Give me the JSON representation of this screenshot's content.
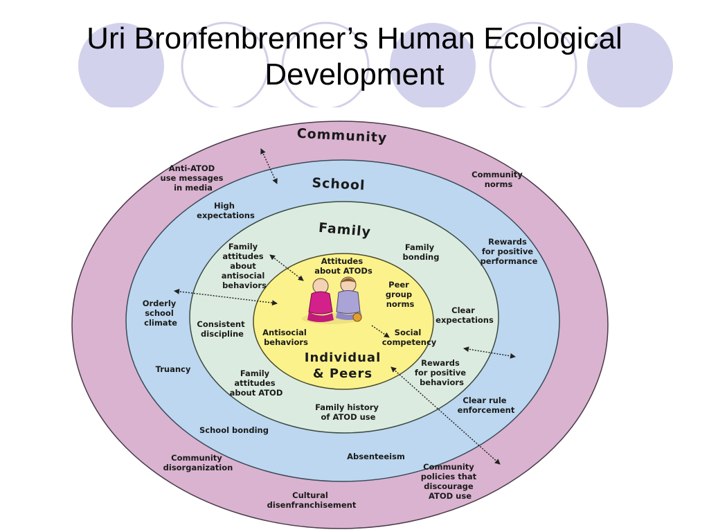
{
  "slide": {
    "title_line1": "Uri Bronfenbrenner’s Human Ecological",
    "title_line2": "Development"
  },
  "colors": {
    "community_ring": "#d9b3cf",
    "school_ring": "#bcd7ef",
    "family_ring": "#dcebe0",
    "individual_core": "#fbf28c",
    "deco_filled": "#d2d2ec",
    "deco_outline": "#c8c8e4"
  },
  "rings": {
    "community": "Community",
    "school": "School",
    "family": "Family",
    "individual_line1": "Individual",
    "individual_line2": "& Peers"
  },
  "community_factors": {
    "anti_atod": [
      "Anti-ATOD",
      "use messages",
      "in media"
    ],
    "norms": [
      "Community",
      "norms"
    ],
    "disorganization": [
      "Community",
      "disorganization"
    ],
    "cultural": [
      "Cultural",
      "disenfranchisement"
    ],
    "policies": [
      "Community",
      "policies that",
      "discourage",
      "ATOD use"
    ]
  },
  "school_factors": {
    "high_expectations": [
      "High",
      "expectations"
    ],
    "rewards_performance": [
      "Rewards",
      "for positive",
      "performance"
    ],
    "orderly_climate": [
      "Orderly",
      "school",
      "climate"
    ],
    "truancy": [
      "Truancy"
    ],
    "clear_rule": [
      "Clear rule",
      "enforcement"
    ],
    "school_bonding": [
      "School bonding"
    ],
    "absenteeism": [
      "Absenteeism"
    ]
  },
  "family_factors": {
    "attitudes_antisocial": [
      "Family",
      "attitudes",
      "about",
      "antisocial",
      "behaviors"
    ],
    "family_bonding": [
      "Family",
      "bonding"
    ],
    "consistent_discipline": [
      "Consistent",
      "discipline"
    ],
    "clear_expectations": [
      "Clear",
      "expectations"
    ],
    "attitudes_atod": [
      "Family",
      "attitudes",
      "about ATOD"
    ],
    "rewards_behaviors": [
      "Rewards",
      "for positive",
      "behaviors"
    ],
    "history_atod": [
      "Family history",
      "of ATOD use"
    ]
  },
  "individual_factors": {
    "attitudes_atods": [
      "Attitudes",
      "about ATODs"
    ],
    "peer_norms": [
      "Peer",
      "group",
      "norms"
    ],
    "antisocial": [
      "Antisocial",
      "behaviors"
    ],
    "social_competency": [
      "Social",
      "competency"
    ]
  }
}
